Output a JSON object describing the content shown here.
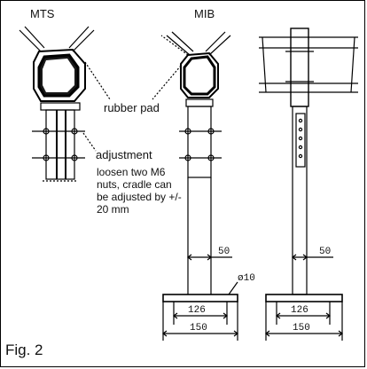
{
  "labels": {
    "mts": "MTS",
    "mib": "MIB",
    "rubber_pad": "rubber pad",
    "adjustment": "adjustment",
    "note": "loosen two M6 nuts, cradle can be adjusted by +/- 20 mm",
    "fig": "Fig. 2"
  },
  "dimensions": {
    "width_50_left": "50",
    "width_50_right": "50",
    "hole_diameter": "ø10",
    "base_126_left": "126",
    "base_150_left": "150",
    "base_126_right": "126",
    "base_150_right": "150"
  }
}
